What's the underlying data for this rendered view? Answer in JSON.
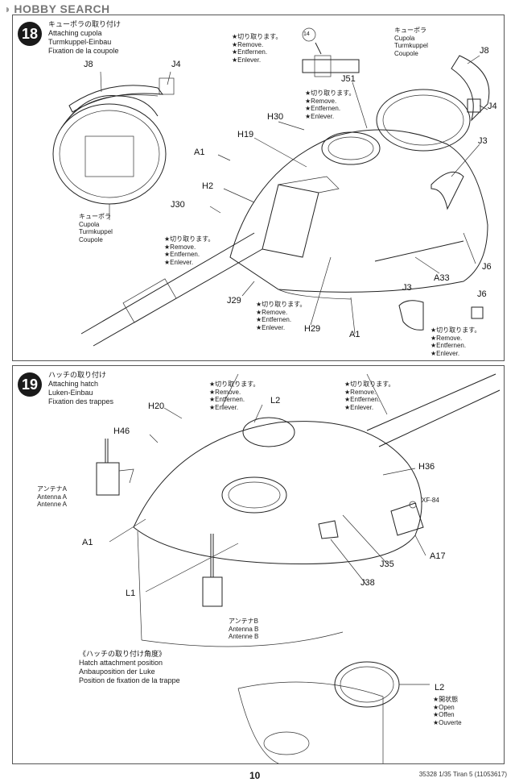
{
  "watermark": {
    "brand": "HOBBY SEARCH"
  },
  "step18": {
    "number": "18",
    "title_lines": [
      "キューポラの取り付け",
      "Attaching cupola",
      "Turmkuppel-Einbau",
      "Fixation de la coupole"
    ],
    "remove_note_lines": [
      "★切り取ります。",
      "★Remove.",
      "★Entfernen.",
      "★Enlever."
    ],
    "cupola_lines": [
      "キューポラ",
      "Cupola",
      "Turmkuppel",
      "Coupole"
    ],
    "circle_14": "14",
    "labels": {
      "J8_left": "J8",
      "J4_left": "J4",
      "J51": "J51",
      "J8_right": "J8",
      "J4_right": "J4",
      "H30": "H30",
      "H19": "H19",
      "A1_top": "A1",
      "H2": "H2",
      "J30": "J30",
      "J3_right": "J3",
      "J6_mid": "J6",
      "A33": "A33",
      "J3_bottom": "J3",
      "J6_bottom": "J6",
      "J29": "J29",
      "H29": "H29",
      "A1_bottom": "A1"
    }
  },
  "step19": {
    "number": "19",
    "title_lines": [
      "ハッチの取り付け",
      "Attaching hatch",
      "Luken-Einbau",
      "Fixation des trappes"
    ],
    "remove_note_lines": [
      "★切り取ります。",
      "★Remove.",
      "★Entfernen.",
      "★Enlever."
    ],
    "antenna_a_lines": [
      "アンテナA",
      "Antenna A",
      "Antenne A"
    ],
    "antenna_b_lines": [
      "アンテナB",
      "Antenna B",
      "Antenne B"
    ],
    "xf": "XF-84",
    "labels": {
      "H20": "H20",
      "L2_top": "L2",
      "H46": "H46",
      "H36": "H36",
      "A1": "A1",
      "A17": "A17",
      "J35": "J35",
      "L1": "L1",
      "J38": "J38"
    },
    "hatch_position_lines": [
      "《ハッチの取り付け角度》",
      "Hatch attachment position",
      "Anbauposition der Luke",
      "Position de fixation de la trappe"
    ],
    "L2_bottom": "L2",
    "open_lines": [
      "★開状態",
      "★Open",
      "★Offen",
      "★Ouverte"
    ]
  },
  "footer": {
    "page_number": "10",
    "code": "35328  1/35 Tiran 5 (11053617)"
  }
}
